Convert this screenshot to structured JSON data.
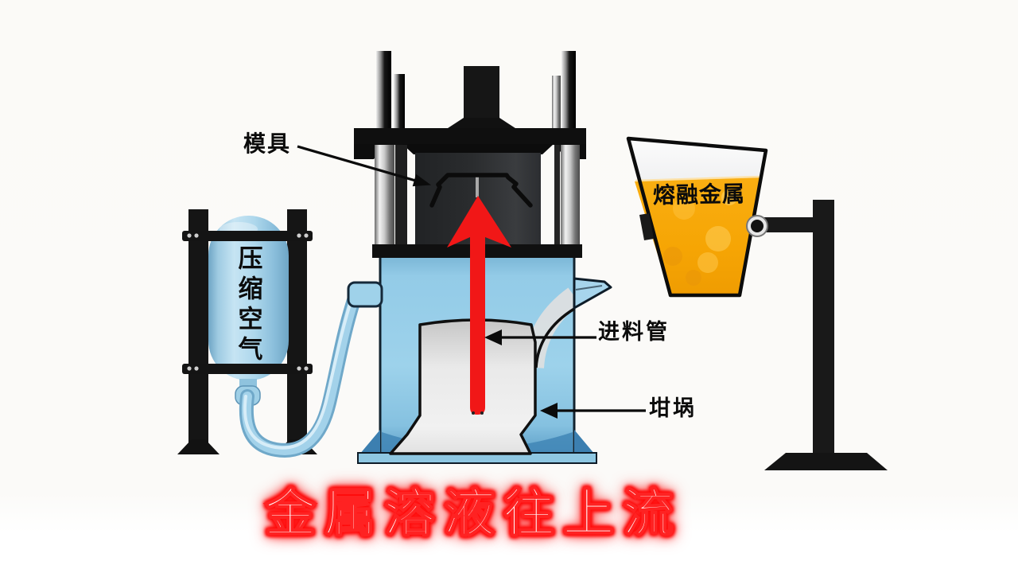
{
  "headline": {
    "text": "金属溶液往上流",
    "style": "white text with red glow"
  },
  "labels": {
    "mold": "模具",
    "compressed_air": "压缩空气",
    "feed_tube": "进料管",
    "crucible": "坩埚",
    "molten_metal": "熔融金属"
  },
  "flow_arrow": {
    "direction": "up",
    "color": "#f11717"
  },
  "colors": {
    "air_tank_blue": "#a8d4ea",
    "furnace_chamber_blue": "#9bd0ea",
    "molten_metal_orange": "#f7a608",
    "machine_black": "#141414",
    "crucible_gray": "#e9e9e9",
    "headline_glow_red": "#ff1a1a",
    "background": "#fbfaf8"
  }
}
